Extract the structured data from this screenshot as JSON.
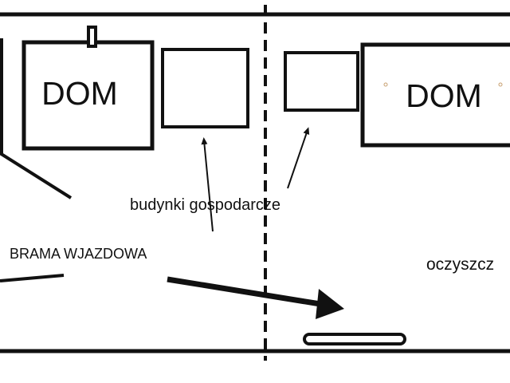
{
  "labels": {
    "house_left": "DOM",
    "house_right": "DOM",
    "outbuildings": "budynki gospodarcze",
    "entrance_gate": "BRAMA WJAZDOWA",
    "treatment": "oczyszcz"
  },
  "colors": {
    "line": "#111111",
    "marker": "#c8a070",
    "background": "#ffffff"
  }
}
